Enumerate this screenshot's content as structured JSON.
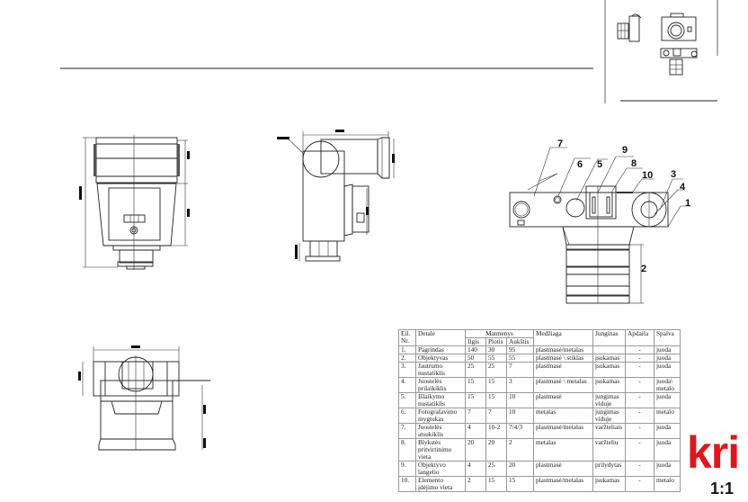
{
  "drawing": {
    "callouts": [
      "1",
      "2",
      "3",
      "4",
      "5",
      "6",
      "7",
      "8",
      "9",
      "10"
    ]
  },
  "table": {
    "headers": {
      "nr": "Eil. Nr.",
      "part": "Detalė",
      "dimensions": "Matmenys",
      "length": "Ilgis",
      "width": "Plotis",
      "height": "Aukštis",
      "material": "Medžiaga",
      "joint": "Junginas",
      "finish": "Apdaila",
      "color": "Spalva"
    },
    "rows": [
      {
        "nr": "1.",
        "part": "Pagrindas",
        "l": "140",
        "w": "30",
        "h": "95",
        "material": "plastmasė/metalas",
        "joint": "",
        "finish": "-",
        "color": "juoda"
      },
      {
        "nr": "2.",
        "part": "Objektyvas",
        "l": "50",
        "w": "55",
        "h": "55",
        "material": "plastmasė \\ stiklas",
        "joint": "įsukamas",
        "finish": "-",
        "color": "juoda"
      },
      {
        "nr": "3.",
        "part": "Jautrumo nustatiklis",
        "l": "25",
        "w": "25",
        "h": "7",
        "material": "plastmasė",
        "joint": "įsukamas",
        "finish": "-",
        "color": "juoda"
      },
      {
        "nr": "4.",
        "part": "Juostelės prilaikiklis",
        "l": "15",
        "w": "15",
        "h": "3",
        "material": "plastmasė \\ metalas",
        "joint": "įsukamas",
        "finish": "-",
        "color": "juoda\\ metalo"
      },
      {
        "nr": "5.",
        "part": "Išlaikymo nustatiklis",
        "l": "15",
        "w": "15",
        "h": "10",
        "material": "plastmasė",
        "joint": "jungimas viduje",
        "finish": "-",
        "color": "juoda"
      },
      {
        "nr": "6.",
        "part": "Fotografavimo mygtukas",
        "l": "7",
        "w": "7",
        "h": "10",
        "material": "metalas",
        "joint": "jungimas viduje",
        "finish": "-",
        "color": "metalo"
      },
      {
        "nr": "7.",
        "part": "Juostelės atsukiklis",
        "l": "4",
        "w": "10-2",
        "h": "7/4/3",
        "material": "plastmasė/metalas",
        "joint": "varžteliais",
        "finish": "-",
        "color": "juoda"
      },
      {
        "nr": "8.",
        "part": "Blykstės pritvirtinimo vieta",
        "l": "20",
        "w": "20",
        "h": "2",
        "material": "metalas",
        "joint": "varžteliu",
        "finish": "-",
        "color": "juoda"
      },
      {
        "nr": "9.",
        "part": "Objektyvo langelio",
        "l": "4",
        "w": "25",
        "h": "20",
        "material": "plastmasė",
        "joint": "prilydytas",
        "finish": "-",
        "color": "juoda"
      },
      {
        "nr": "10.",
        "part": "Elemento įdėjimo vieta",
        "l": "2",
        "w": "15",
        "h": "15",
        "material": "plastmasė/metalas",
        "joint": "įsukamas",
        "finish": "-",
        "color": "metalo"
      }
    ]
  },
  "logo": "kri",
  "scale": "1:1",
  "colors": {
    "logo": "#e0161c",
    "line": "#222222"
  }
}
